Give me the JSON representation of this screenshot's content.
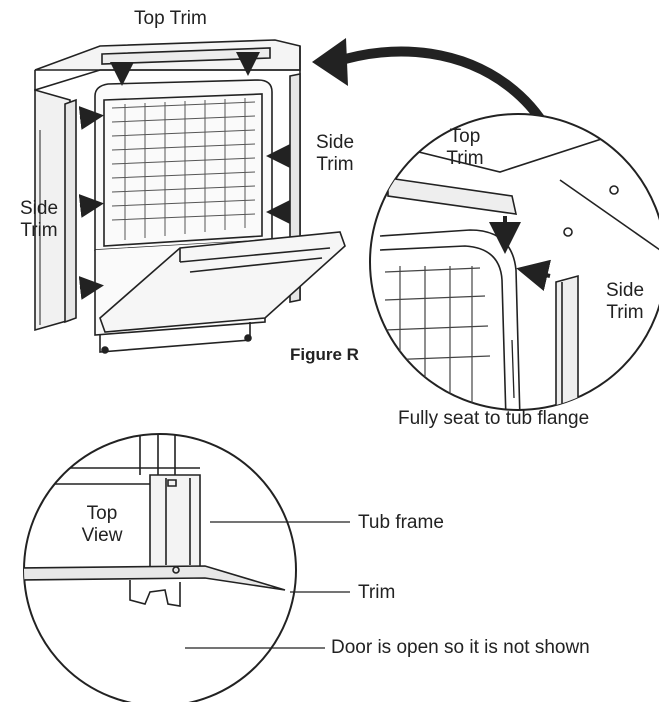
{
  "labels": {
    "top_trim_main": "Top Trim",
    "side_trim_left": [
      "Side",
      "Trim"
    ],
    "side_trim_right_main": [
      "Side",
      "Trim"
    ],
    "figure_caption": "Figure R",
    "top_trim_detail": [
      "Top",
      "Trim"
    ],
    "side_trim_detail": [
      "Side",
      "Trim"
    ],
    "fully_seat": "Fully seat to tub flange",
    "top_view": [
      "Top",
      "View"
    ],
    "tub_frame": "Tub frame",
    "trim": "Trim",
    "door_open": "Door is open so it is not shown"
  }
}
